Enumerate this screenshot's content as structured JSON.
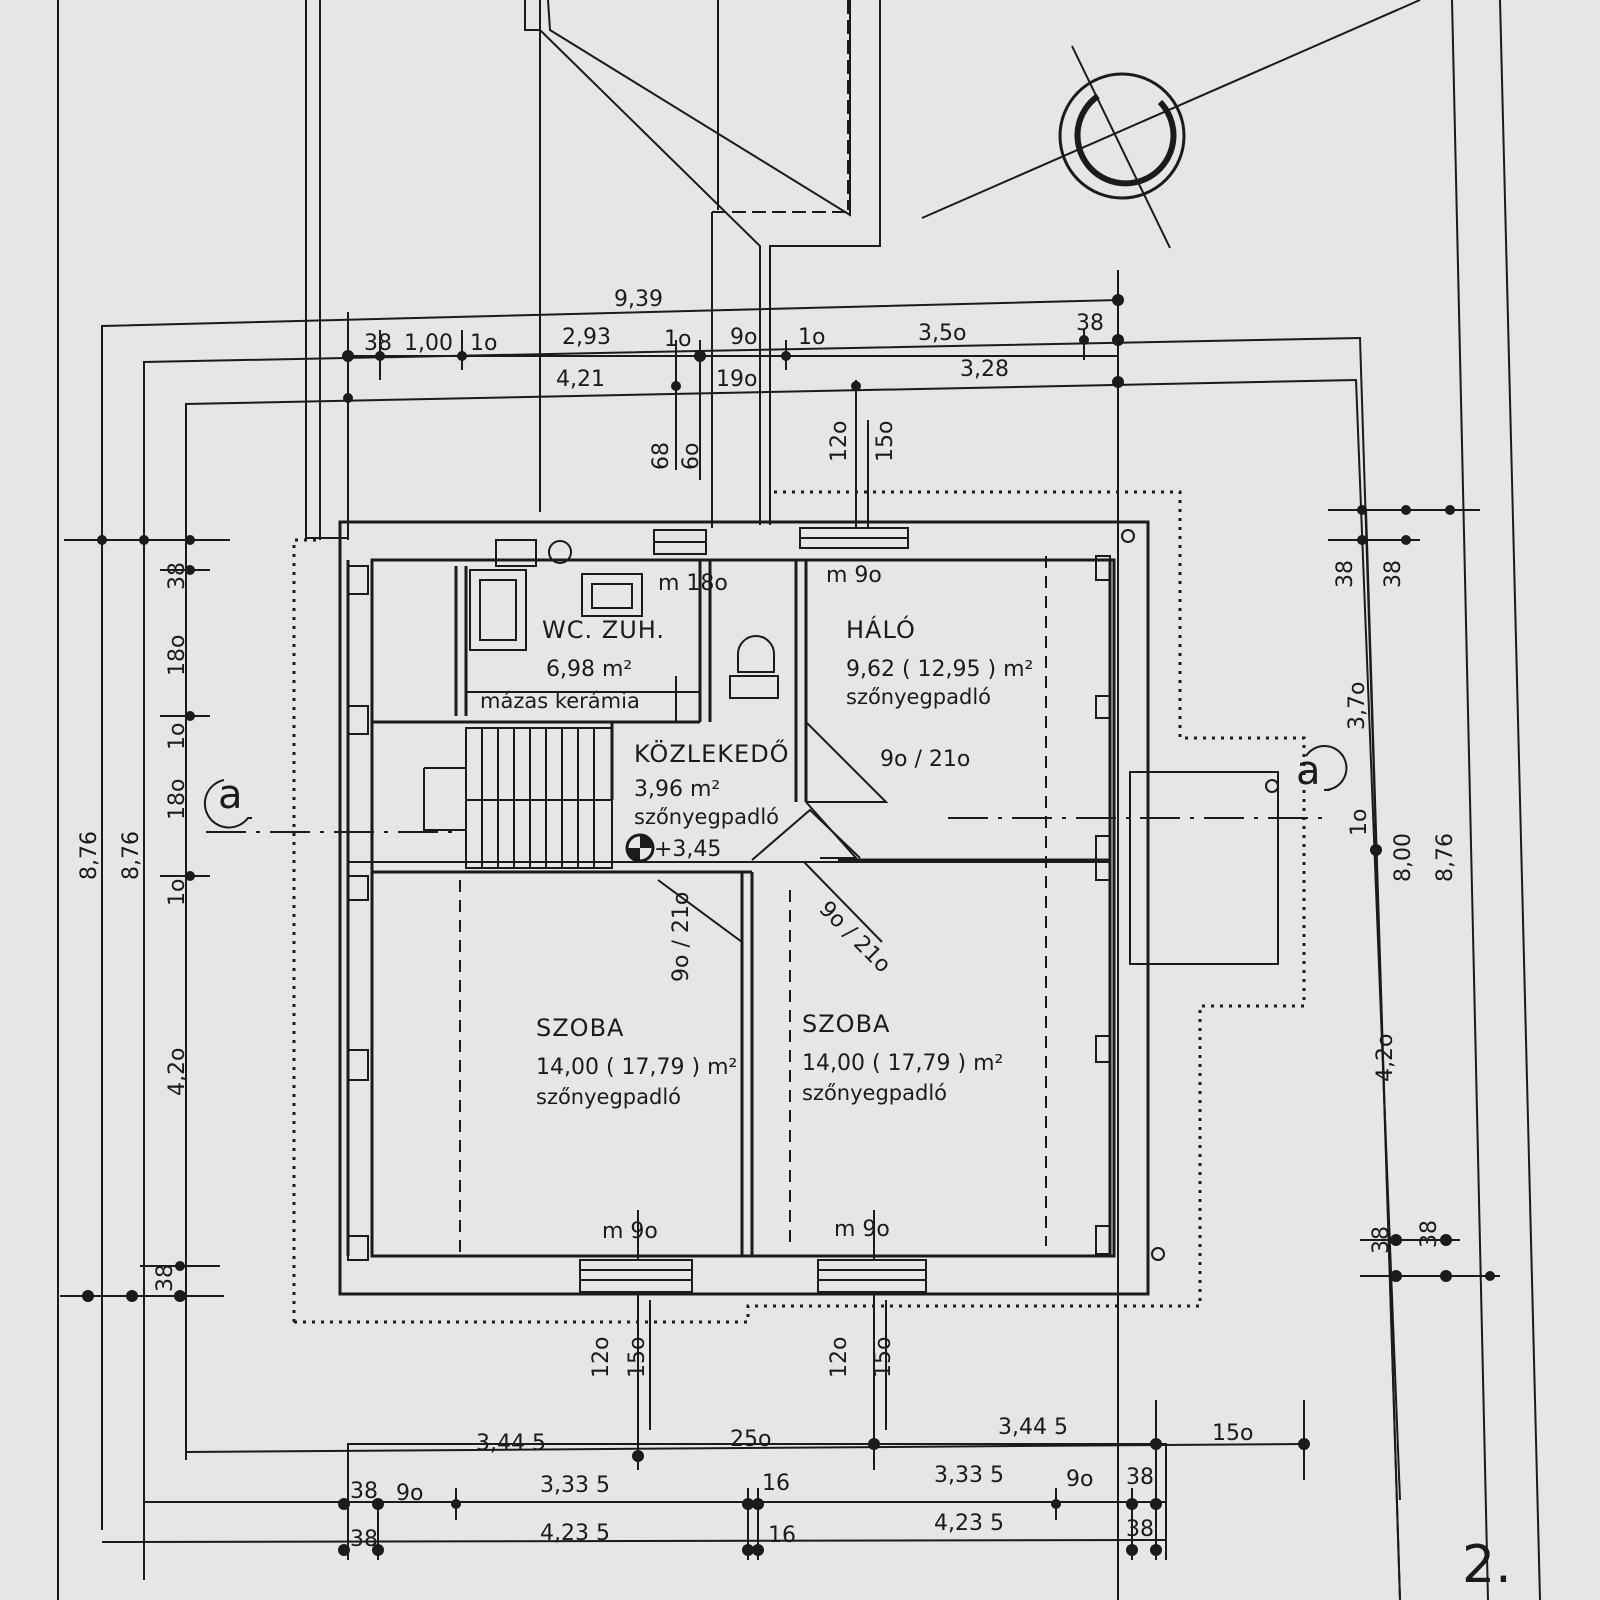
{
  "page_number": "2.",
  "section_marker": "a",
  "rooms": {
    "wc": {
      "name": "WC. ZUH.",
      "area": "6,98 m²",
      "floor": "mázas kerámia"
    },
    "halo": {
      "name": "HÁLÓ",
      "area": "9,62 ( 12,95 ) m²",
      "floor": "szőnyegpadló"
    },
    "kozlekedo": {
      "name": "KÖZLEKEDŐ",
      "area": "3,96 m²",
      "floor": "szőnyegpadló",
      "level": "+3,45"
    },
    "szoba_left": {
      "name": "SZOBA",
      "area": "14,00 ( 17,79 ) m²",
      "floor": "szőnyegpadló"
    },
    "szoba_right": {
      "name": "SZOBA",
      "area": "14,00 ( 17,79 ) m²",
      "floor": "szőnyegpadló"
    }
  },
  "openings": {
    "wc_window": "m 18o",
    "halo_window": "m 9o",
    "szoba_left_window": "m 9o",
    "szoba_right_window": "m 9o",
    "door_halo": "9o / 21o",
    "door_szoba_left": "9o / 21o",
    "door_szoba_right": "9o / 21o"
  },
  "dims_top": {
    "overall": "9,39",
    "r1": [
      "38",
      "1,00",
      "1o",
      "2,93",
      "1o",
      "9o",
      "1o",
      "3,5o",
      "38"
    ],
    "r2": [
      "4,21",
      "19o",
      "3,28"
    ],
    "v": [
      "68",
      "6o",
      "12o",
      "15o"
    ]
  },
  "dims_left": {
    "overall": [
      "8,76",
      "8,76"
    ],
    "parts": [
      "38",
      "18o",
      "1o",
      "18o",
      "1o",
      "4,2o",
      "38"
    ]
  },
  "dims_right": {
    "overall": "8,76",
    "parts": [
      "38",
      "38",
      "3,7o",
      "1o",
      "8,00",
      "4,2o",
      "38",
      "38"
    ]
  },
  "dims_bottom": {
    "r1": [
      "3,44 5",
      "25o",
      "3,44 5",
      "15o"
    ],
    "r2": [
      "38",
      "9o",
      "3,33 5",
      "16",
      "3,33 5",
      "9o",
      "38"
    ],
    "r3": [
      "38",
      "4,23 5",
      "16",
      "4,23 5",
      "38"
    ],
    "v": [
      "12o",
      "15o",
      "12o",
      "15o"
    ]
  },
  "colors": {
    "paper": "#e4e7e3",
    "ink": "#1b1b1b"
  }
}
